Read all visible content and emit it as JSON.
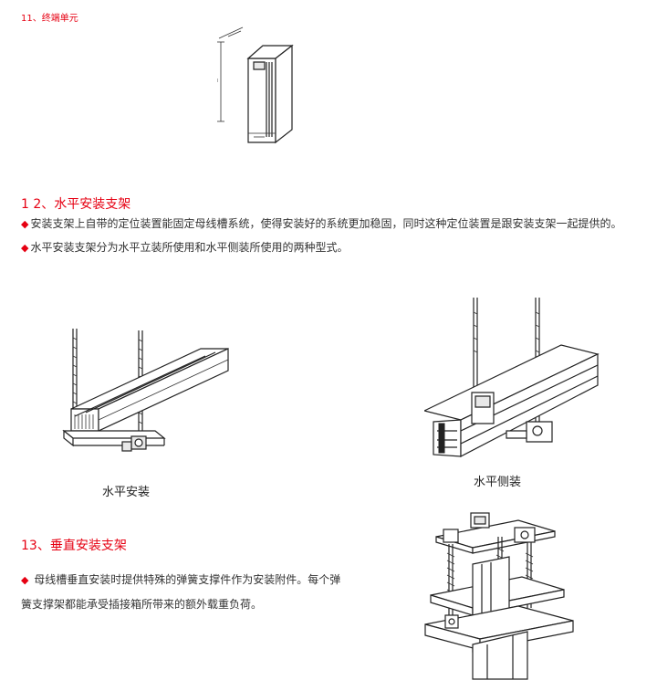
{
  "section11": {
    "title": "11、终端单元"
  },
  "section12": {
    "title": "1 2、水平安装支架",
    "bullet1": "安装支架上自带的定位装置能固定母线槽系统，使得安装好的系统更加稳固，同时这种定位装置是跟安装支架一起提供的。",
    "bullet2": "水平安装支架分为水平立装所使用和水平侧装所使用的两种型式。",
    "caption_left": "水平安装",
    "caption_right": "水平侧装"
  },
  "section13": {
    "title": "13、垂直安装支架",
    "bullet_line1": "母线槽垂直安装时提供特殊的弹簧支撑件作为安装附件。每个弹",
    "bullet_line2": "簧支撑架都能承受插接箱所带来的额外载重负荷。"
  },
  "bullet_symbol": "◆"
}
